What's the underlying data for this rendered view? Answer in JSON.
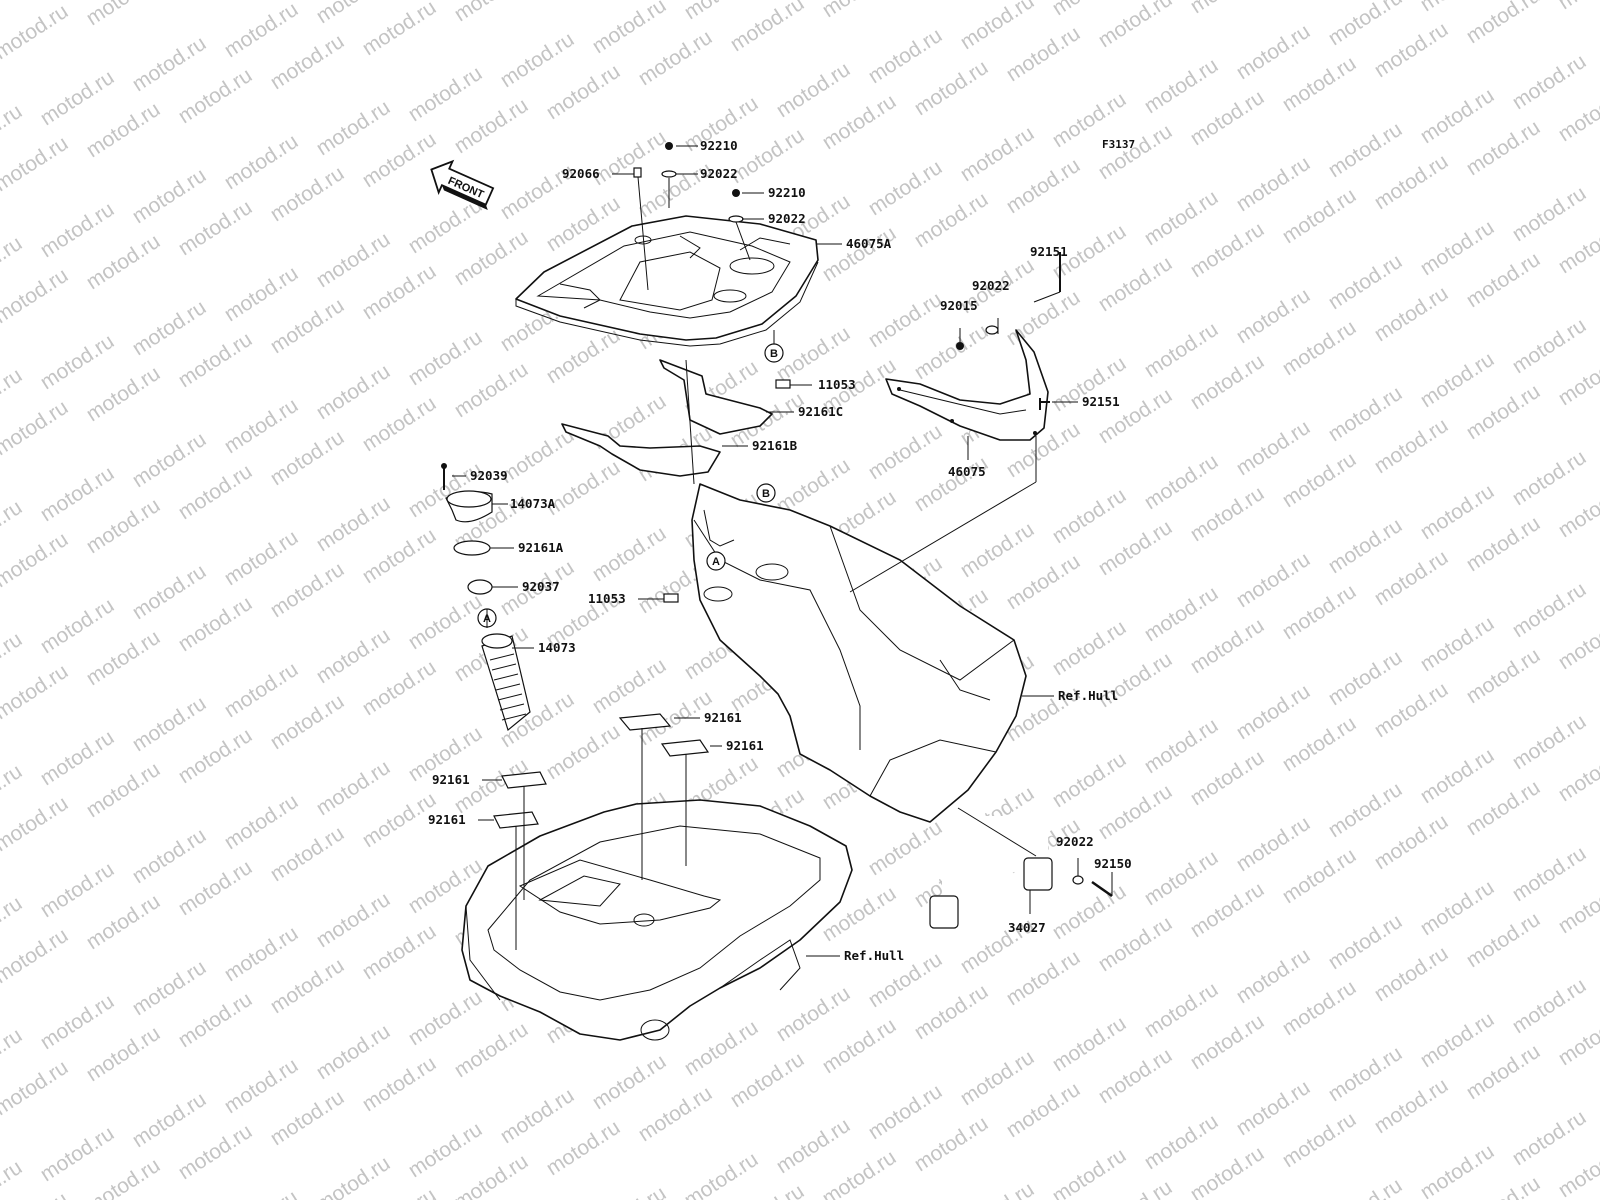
{
  "figure_code": "F3137",
  "front_arrow_label": "FRONT",
  "watermark_text": "motod.ru",
  "markers": {
    "a": "A",
    "b": "B"
  },
  "parts": [
    {
      "id": "p92210a",
      "label": "92210"
    },
    {
      "id": "p92066",
      "label": "92066"
    },
    {
      "id": "p92022a",
      "label": "92022"
    },
    {
      "id": "p92210b",
      "label": "92210"
    },
    {
      "id": "p92022b",
      "label": "92022"
    },
    {
      "id": "p46075A",
      "label": "46075A"
    },
    {
      "id": "p92151a",
      "label": "92151"
    },
    {
      "id": "p92022c",
      "label": "92022"
    },
    {
      "id": "p92015",
      "label": "92015"
    },
    {
      "id": "p11053a",
      "label": "11053"
    },
    {
      "id": "p92151b",
      "label": "92151"
    },
    {
      "id": "p92161C",
      "label": "92161C"
    },
    {
      "id": "p92161B",
      "label": "92161B"
    },
    {
      "id": "p46075",
      "label": "46075"
    },
    {
      "id": "p92039",
      "label": "92039"
    },
    {
      "id": "p14073A",
      "label": "14073A"
    },
    {
      "id": "p92161A",
      "label": "92161A"
    },
    {
      "id": "p92037",
      "label": "92037"
    },
    {
      "id": "p11053b",
      "label": "11053"
    },
    {
      "id": "p14073",
      "label": "14073"
    },
    {
      "id": "p92161a",
      "label": "92161"
    },
    {
      "id": "p92161b",
      "label": "92161"
    },
    {
      "id": "p92161c",
      "label": "92161"
    },
    {
      "id": "p92161d",
      "label": "92161"
    },
    {
      "id": "p92022d",
      "label": "92022"
    },
    {
      "id": "p92150",
      "label": "92150"
    },
    {
      "id": "p34027",
      "label": "34027"
    }
  ],
  "references": [
    {
      "id": "ref1",
      "label": "Ref.Hull"
    },
    {
      "id": "ref2",
      "label": "Ref.Hull"
    }
  ]
}
